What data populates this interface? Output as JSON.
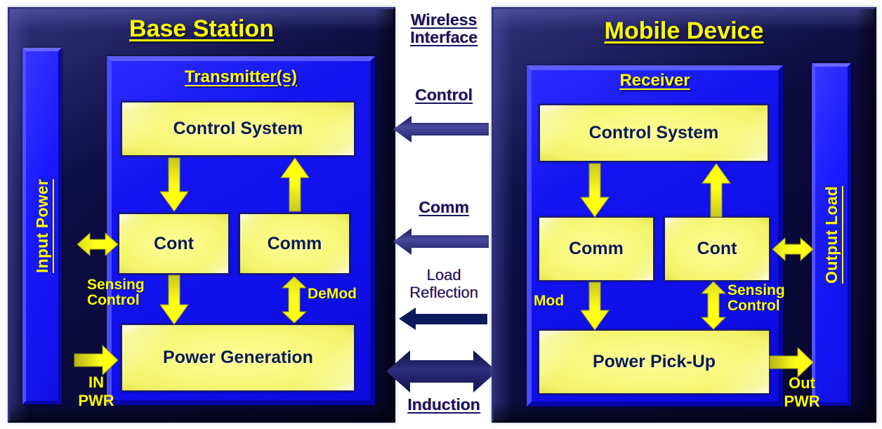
{
  "diagram": {
    "title_left": "Base Station",
    "title_right": "Mobile Device",
    "subtitle_left": "Transmitter(s)",
    "subtitle_right": "Receiver"
  },
  "colors": {
    "panel_navy": "#0c0c42",
    "inner_blue": "#1414f0",
    "block_yellow": "#f7f77a",
    "text_yellow": "#ffff00",
    "text_navy": "#0d1b4c",
    "arrow_yellow": "#ffff00",
    "arrow_indigo": "#2b2b80",
    "arrow_navy": "#0d1b5e"
  },
  "base_station": {
    "power_bar_label": "Input Power",
    "blocks": [
      {
        "id": "control-system",
        "label": "Control System"
      },
      {
        "id": "cont",
        "label": "Cont"
      },
      {
        "id": "comm",
        "label": "Comm"
      },
      {
        "id": "power-generation",
        "label": "Power Generation"
      }
    ],
    "labels": {
      "sensing_control_line1": "Sensing",
      "sensing_control_line2": "Control",
      "demod": "DeMod",
      "in_line1": "IN",
      "in_line2": "PWR"
    }
  },
  "mobile_device": {
    "power_bar_label": "Output Load",
    "blocks": [
      {
        "id": "control-system",
        "label": "Control System"
      },
      {
        "id": "comm",
        "label": "Comm"
      },
      {
        "id": "cont",
        "label": "Cont"
      },
      {
        "id": "power-pickup",
        "label": "Power Pick-Up"
      }
    ],
    "labels": {
      "mod": "Mod",
      "sensing_control_line1": "Sensing",
      "sensing_control_line2": "Control",
      "out_line1": "Out",
      "out_line2": "PWR"
    }
  },
  "wireless_interface": {
    "heading_line1": "Wireless",
    "heading_line2": "Interface",
    "channels": [
      {
        "id": "control",
        "label": "Control",
        "direction": "left",
        "style": "indigo"
      },
      {
        "id": "comm",
        "label": "Comm",
        "direction": "left",
        "style": "indigo"
      },
      {
        "id": "load-reflection",
        "label_line1": "Load",
        "label_line2": "Reflection",
        "direction": "left",
        "style": "navy-plain"
      },
      {
        "id": "induction",
        "label": "Induction",
        "direction": "both",
        "style": "navy-thick"
      }
    ]
  }
}
